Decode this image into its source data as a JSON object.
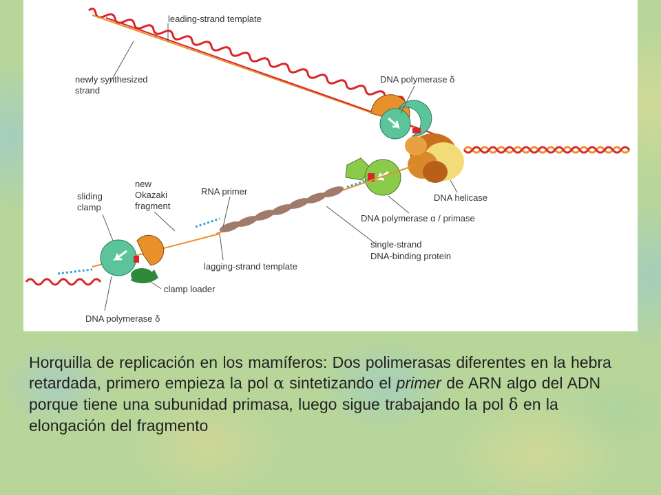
{
  "figure": {
    "labels": {
      "leading_strand_template": "leading-strand template",
      "newly_synthesized_1": "newly synthesized",
      "newly_synthesized_2": "strand",
      "dna_polymerase_delta_top": "DNA polymerase δ",
      "dna_helicase": "DNA helicase",
      "dna_polymerase_alpha_primase": "DNA polymerase α / primase",
      "single_strand_1": "single-strand",
      "single_strand_2": "DNA-binding protein",
      "rna_primer": "RNA primer",
      "new_okazaki_1": "new",
      "new_okazaki_2": "Okazaki",
      "new_okazaki_3": "fragment",
      "sliding_clamp_1": "sliding",
      "sliding_clamp_2": "clamp",
      "lagging_strand_template": "lagging-strand template",
      "clamp_loader": "clamp loader",
      "dna_polymerase_delta_bottom": "DNA polymerase δ"
    },
    "colors": {
      "red_strand": "#d8262a",
      "orange_strand": "#e8912a",
      "blue_strand": "#3aa0d8",
      "polymerase": "#5cc49a",
      "alpha_polymerase": "#8ccb4a",
      "helicase_dark": "#c8701e",
      "helicase_light": "#f2dc7a",
      "ssb_protein": "#a07a6a",
      "clamp_loader": "#2e8a3a"
    }
  },
  "caption": {
    "part1": "Horquilla de replicación en los mamíferos: Dos polimerasas diferentes en la hebra retardada, primero empieza la pol ",
    "alpha": "α",
    "part2": " sintetizando el ",
    "primer": "primer",
    "part3": " de ARN algo del ADN porque tiene una subunidad primasa, luego sigue trabajando la pol ",
    "delta": "δ",
    "part4": " en la elongación del fragmento"
  }
}
